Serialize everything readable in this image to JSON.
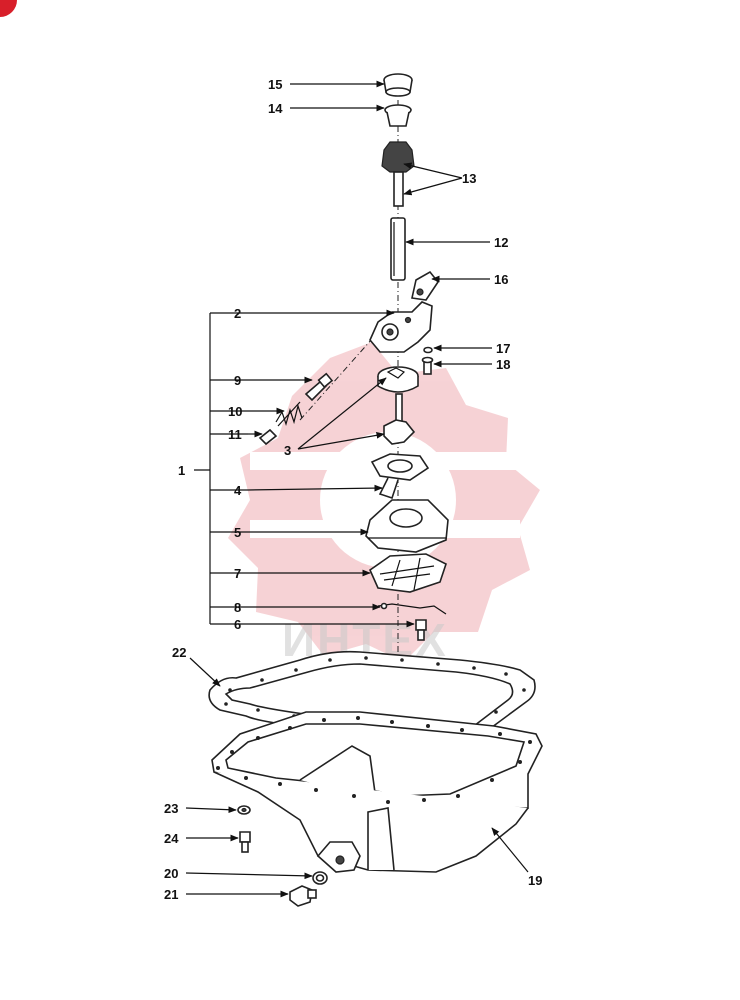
{
  "watermark": {
    "text": "ИНТЕХ",
    "color": "#e8303a"
  },
  "callouts": {
    "c1": "1",
    "c2": "2",
    "c3": "3",
    "c4": "4",
    "c5": "5",
    "c6": "6",
    "c7": "7",
    "c8": "8",
    "c9": "9",
    "c10": "10",
    "c11": "11",
    "c12": "12",
    "c13": "13",
    "c14": "14",
    "c15": "15",
    "c16": "16",
    "c17": "17",
    "c18": "18",
    "c19": "19",
    "c20": "20",
    "c21": "21",
    "c22": "22",
    "c23": "23",
    "c24": "24"
  },
  "colors": {
    "ink": "#111111",
    "watermark_gear": "#f2b8bc",
    "corner_badge": "#d81f2a"
  }
}
